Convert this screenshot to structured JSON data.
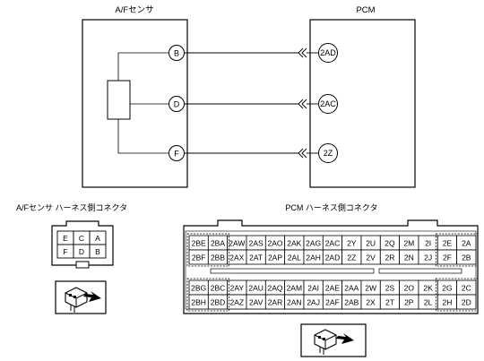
{
  "diagram": {
    "sensor_title": "A/Fセンサ",
    "pcm_title": "PCM",
    "wires": [
      {
        "sensor_pin": "B",
        "pcm_pin": "2AD"
      },
      {
        "sensor_pin": "D",
        "pcm_pin": "2AC"
      },
      {
        "sensor_pin": "F",
        "pcm_pin": "2Z"
      }
    ]
  },
  "sensor_connector": {
    "title": "A/Fセンサ ハーネス側コネクタ",
    "rows": [
      [
        "E",
        "C",
        "A"
      ],
      [
        "F",
        "D",
        "B"
      ]
    ],
    "view_icon": "connector-view-arrow-icon"
  },
  "pcm_connector": {
    "title": "PCM ハーネス側コネクタ",
    "upper_rows": [
      [
        "2BE",
        "2BA",
        "2AW",
        "2AS",
        "2AO",
        "2AK",
        "2AG",
        "2AC",
        "2Y",
        "2U",
        "2Q",
        "2M",
        "2I",
        "2E",
        "2A"
      ],
      [
        "2BF",
        "2BB",
        "2AX",
        "2AT",
        "2AP",
        "2AL",
        "2AH",
        "2AD",
        "2Z",
        "2V",
        "2R",
        "2N",
        "2J",
        "2F",
        "2B"
      ]
    ],
    "lower_rows": [
      [
        "2BG",
        "2BC",
        "2AY",
        "2AU",
        "2AQ",
        "2AM",
        "2AI",
        "2AE",
        "2AA",
        "2W",
        "2S",
        "2O",
        "2K",
        "2G",
        "2C"
      ],
      [
        "2BH",
        "2BD",
        "2AZ",
        "2AV",
        "2AR",
        "2AN",
        "2AJ",
        "2AF",
        "2AB",
        "2X",
        "2T",
        "2P",
        "2L",
        "2H",
        "2D"
      ]
    ],
    "view_icon": "connector-view-arrow-icon"
  }
}
